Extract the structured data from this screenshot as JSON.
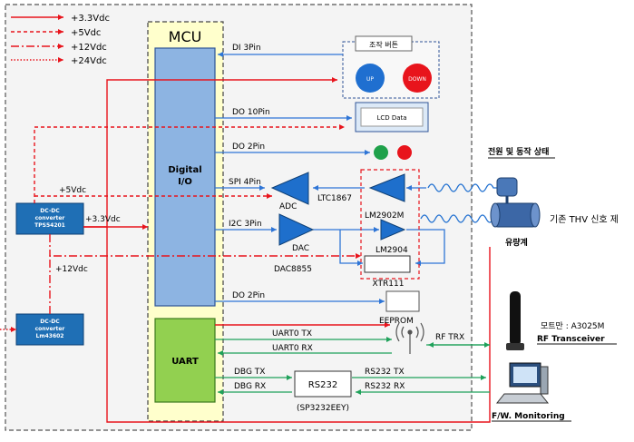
{
  "legend": [
    {
      "label": "+3.3Vdc"
    },
    {
      "label": "+5Vdc"
    },
    {
      "label": "+12Vdc"
    },
    {
      "label": "+24Vdc"
    }
  ],
  "blocks": {
    "mcu": "MCU",
    "digital_io_line1": "Digital",
    "digital_io_line2": "I/O",
    "uart": "UART",
    "dcdc1_line1": "DC-DC",
    "dcdc1_line2": "converter",
    "dcdc1_line3": "TPS54201",
    "dcdc2_line1": "DC-DC",
    "dcdc2_line2": "converter",
    "dcdc2_line3": "Lm43602",
    "button_group": "조작 버튼",
    "button_up": "UP",
    "button_down": "DOWN",
    "lcd": "LCD Data",
    "adc": "ADC",
    "dac": "DAC",
    "ltc": "LTC1867",
    "lm2902m": "LM2902M",
    "lm2904": "LM2904",
    "xtr": "XTR111",
    "dac_part": "DAC8855",
    "eeprom": "EEPROM",
    "rs232": "RS232",
    "rs232_part": "(SP3232EEY)"
  },
  "signals": {
    "di": "DI 3Pin",
    "do10": "DO 10Pin",
    "do2a": "DO 2Pin",
    "spi": "SPI 4Pin",
    "i2c": "I2C 3Pin",
    "do2b": "DO 2Pin",
    "uart_tx": "UART0 TX",
    "uart_rx": "UART0 RX",
    "dbg_tx": "DBG TX",
    "dbg_rx": "DBG RX",
    "rs232_tx": "RS232 TX",
    "rs232_rx": "RS232 RX",
    "rf_trx": "RF TRX"
  },
  "voltages": {
    "v5": "+5Vdc",
    "v33": "+3.3Vdc",
    "v12": "+12Vdc"
  },
  "external": {
    "status_label": "전원 및 동작 상태",
    "sensor_label": "유량계",
    "sensor_signal": "기존 THV 신호 제",
    "rf_model": "모트만 : A3025M",
    "rf_label": "RF Transceiver",
    "pc_label": "F/W. Monitoring"
  },
  "colors": {
    "mcu_fill": "#FFFFCC",
    "digital_fill": "#8DB4E2",
    "uart_fill": "#92D050",
    "dcdc_fill": "#1F6FB5",
    "amp_fill": "#1E6FCC",
    "power_red": "#E8141C",
    "signal_blue": "#2E75D6",
    "signal_green": "#1FA15A",
    "button_up": "#1F6FD0",
    "button_down": "#E8141C",
    "led_green": "#1FA14A",
    "led_red": "#E8141C"
  }
}
